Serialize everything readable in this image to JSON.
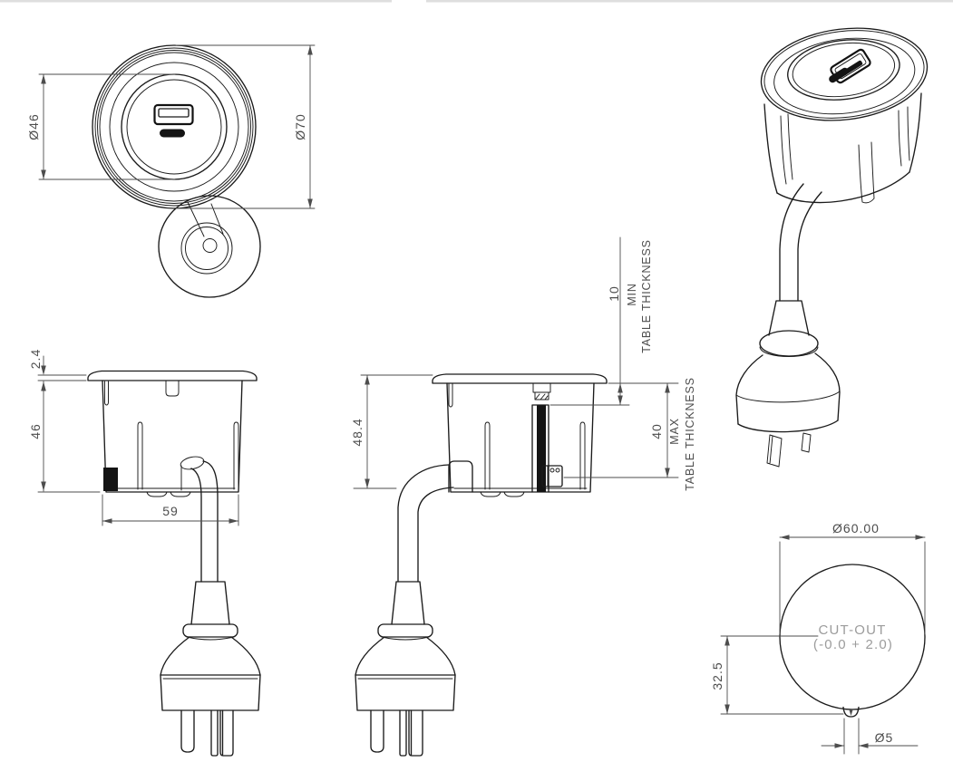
{
  "drawing": {
    "views": {
      "top": {
        "label_dia_face": "Ø46",
        "label_dia_flange": "Ø70"
      },
      "front": {
        "label_flange_thickness": "2.4",
        "label_body_height": "46",
        "label_body_width": "59"
      },
      "side": {
        "label_overall_height": "48.4",
        "label_min_thickness": "10",
        "label_min": "MIN",
        "label_max_thickness": "40",
        "label_max": "MAX",
        "label_table_thickness": "TABLE THICKNESS"
      },
      "cutout": {
        "label_diameter": "Ø60.00",
        "note_line1": "CUT-OUT",
        "note_line2": "(-0.0 + 2.0)",
        "label_offset": "32.5",
        "label_notch_dia": "Ø5"
      }
    }
  }
}
